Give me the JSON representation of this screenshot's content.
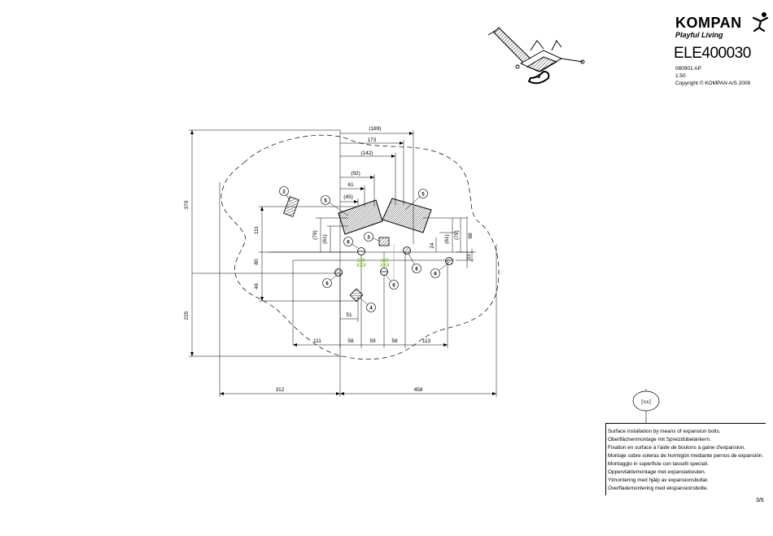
{
  "header": {
    "brand": "KOMPAN",
    "tagline": "Playful Living",
    "product_no": "ELE400030",
    "revision": "080901 AP",
    "scale": "1:50",
    "copyright": "Copyright © KOMPAN A/S 2008"
  },
  "dimensions": {
    "top_189": "(189)",
    "top_173": "173",
    "top_142": "(142)",
    "top_92": "(92)",
    "top_61": "61",
    "top_45": "(45)",
    "left_370": "370",
    "left_111": "111",
    "left_80": "80",
    "left_46": "46",
    "left_225": "225",
    "inner_79": "(79)",
    "inner_61": "(61)",
    "right_61": "(61)",
    "right_79": "(79)",
    "right_98": "98",
    "right_24": "24",
    "right_33": "33",
    "center_51": "51",
    "bottom_111": "111",
    "bottom_58a": "58",
    "bottom_59": "59",
    "bottom_58b": "58",
    "bottom_113": "113",
    "overall_312": "312",
    "overall_458": "458"
  },
  "callouts": [
    "2",
    "5",
    "5",
    "3",
    "6",
    "6",
    "6",
    "6",
    "6",
    "4"
  ],
  "green_labels": {
    "left_top": "120",
    "left_bottom": "XXX",
    "right_top": "120",
    "right_bottom": "XXX"
  },
  "installation": {
    "symbol_label": "[xx]",
    "notes": [
      "Surface installation by means of expansion bolts.",
      "Oberflächenmontage mit Spreizdübelankern.",
      "Fixation en surface à l'aide de boulons à gaine d'expansion.",
      "Montaje sobre soleras de hormigón mediante pernos de expansión.",
      "Montaggio in superficie con tasselli speciali.",
      "Oppervlaktemontage met expansiebouten.",
      "Ytmontering med hjälp av expansionsbultar.",
      "Overflademontering med ekspansionsbolte."
    ],
    "page": "3/6"
  },
  "colors": {
    "ink": "#000000",
    "accent_green": "#8cc63f"
  }
}
